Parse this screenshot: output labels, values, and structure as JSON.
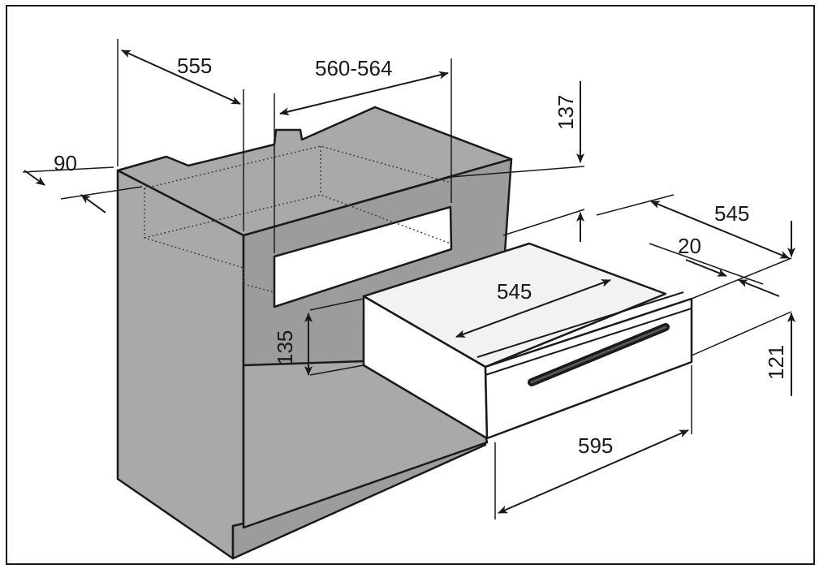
{
  "dimensions": {
    "cabinet_depth": "555",
    "opening_width": "560-564",
    "back_gap": "90",
    "top_height": "137",
    "drawer_depth_right": "545",
    "front_offset": "20",
    "drawer_depth_top": "545",
    "drawer_height": "135",
    "front_height": "121",
    "front_width": "595"
  }
}
